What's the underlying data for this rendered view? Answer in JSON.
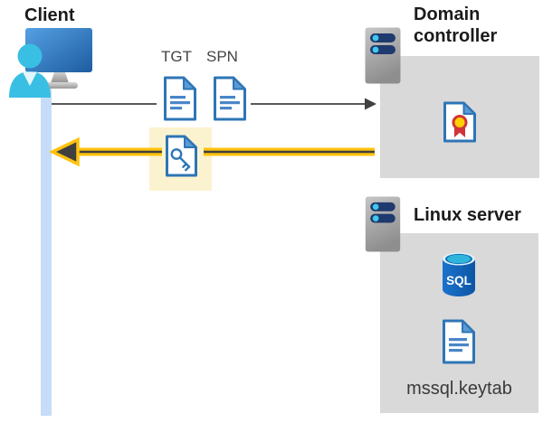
{
  "client": {
    "label": "Client"
  },
  "flow": {
    "tgt_label": "TGT",
    "spn_label": "SPN"
  },
  "domain_controller": {
    "label": "Domain controller"
  },
  "linux_server": {
    "label": "Linux server",
    "sql_badge": "SQL",
    "keytab_file": "mssql.keytab"
  },
  "colors": {
    "accent_yellow": "#FFC20E",
    "highlight_yellow": "#FBF3CF",
    "box_gray": "#D9D9D9",
    "icon_blue_border": "#2E75B6",
    "icon_blue_fold": "#5B9BD5",
    "lifeline_blue": "#C6DDF8",
    "arrow_gray": "#595959",
    "arrowhead_dark": "#3F3F3F",
    "sql_body_blue": "#1565C0",
    "sql_top_cyan": "#2FB4DC",
    "person_cyan": "#39BFE3",
    "monitor_blue": "#2E7CD6",
    "cert_red": "#D13438",
    "cert_gold": "#FFD100",
    "server_slot_navy": "#1E3A6E",
    "server_dot_cyan": "#41C8EE"
  },
  "icons": {
    "client": "user-workstation-icon",
    "tgt": "tgt-document-icon",
    "spn": "spn-document-icon",
    "key": "key-ticket-document-icon",
    "request": "request-arrow-icon",
    "response": "response-arrow-icon",
    "server": "server-icon",
    "certificate": "certificate-document-icon",
    "sql": "sql-database-icon",
    "keytab": "keytab-document-icon"
  }
}
